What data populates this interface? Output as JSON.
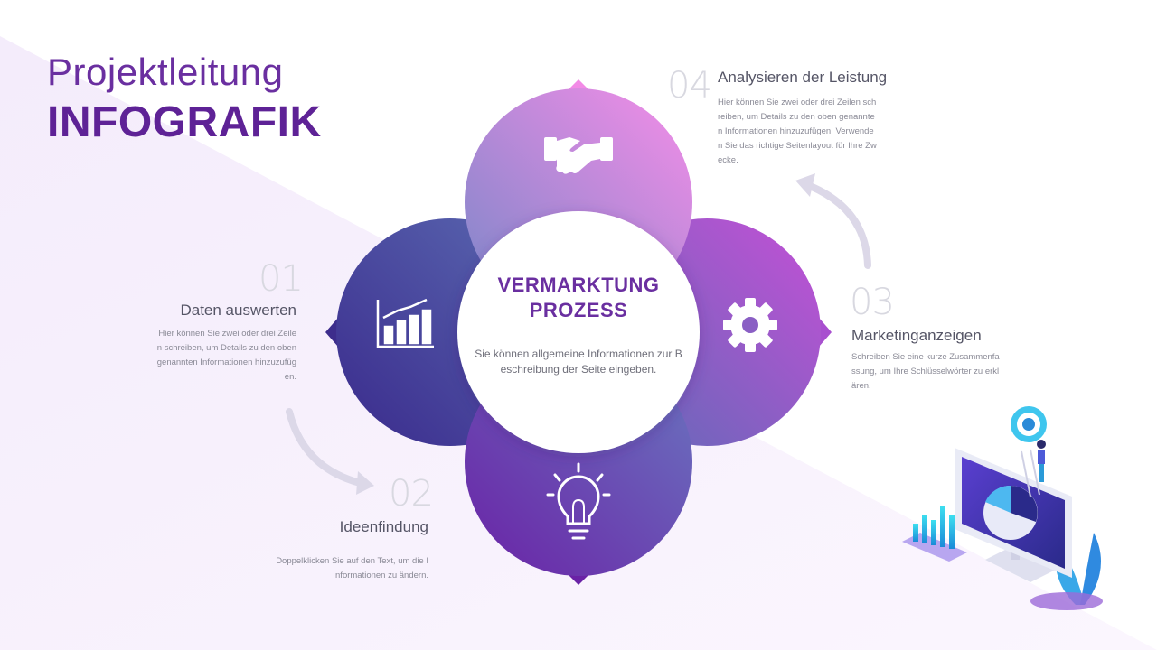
{
  "header": {
    "title_line1": "Projektleitung",
    "title_line2": "INFOGRAFIK"
  },
  "center": {
    "title_line1": "VERMARKTUNG",
    "title_line2": "PROZESS",
    "description": "Sie können allgemeine Informationen zur Beschreibung der Seite eingeben."
  },
  "steps": [
    {
      "number": "01",
      "title": "Daten auswerten",
      "text": "Hier können Sie zwei oder drei Zeilen schreiben, um Details zu den oben genannten Informationen hinzuzufügen.",
      "icon": "bar-chart-icon"
    },
    {
      "number": "02",
      "title": "Ideenfindung",
      "text": "Doppelklicken Sie auf den Text, um die Informationen zu ändern.",
      "icon": "lightbulb-icon"
    },
    {
      "number": "03",
      "title": "Marketinganzeigen",
      "text": "Schreiben Sie eine kurze Zusammenfassung, um Ihre Schlüsselwörter zu erklären.",
      "icon": "gear-icon"
    },
    {
      "number": "04",
      "title": "Analysieren der Leistung",
      "text": "Hier können Sie zwei oder drei Zeilen schreiben, um Details zu den oben genannten Informationen hinzuzufügen. Verwenden Sie das richtige Seitenlayout für Ihre Zwecke.",
      "icon": "handshake-icon"
    }
  ],
  "colors": {
    "brand_purple": "#6a2fa0",
    "petal_top": "#e88ae8",
    "petal_left": "#3b2a8a",
    "petal_right": "#b24fd0",
    "petal_bottom": "#6a2aa8"
  }
}
